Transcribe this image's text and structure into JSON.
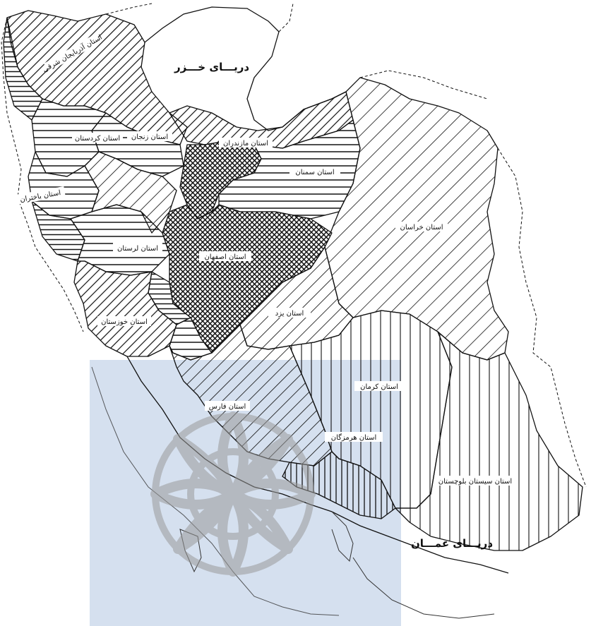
{
  "seas": {
    "caspian": "دریـــای خـــزر",
    "oman": "دریـــای عمـــان"
  },
  "provinces": {
    "azarbaijan": "استان آذربایجان شرقی",
    "kordestan": "استان کردستان",
    "zanjan": "استان زنجان",
    "mazandaran": "استان مازندران",
    "semnan": "استان سمنان",
    "khorasan": "استان خراسان",
    "bakhtaran": "استان باختران",
    "lorestan": "استان لرستان",
    "esfahan": "استان اصفهان",
    "yazd": "استان یزد",
    "khuzestan": "استان خوزستان",
    "fars": "استان فارس",
    "kerman": "استان کرمان",
    "hormozgan": "استان هرمزگان",
    "sistan": "استان سیستان بلوچستان"
  },
  "colors": {
    "ink": "#111111",
    "watermark": "#c7d6ea",
    "watermark_motif": "#9a9a9a"
  },
  "icons": {
    "watermark": "rosette-watermark-icon"
  }
}
